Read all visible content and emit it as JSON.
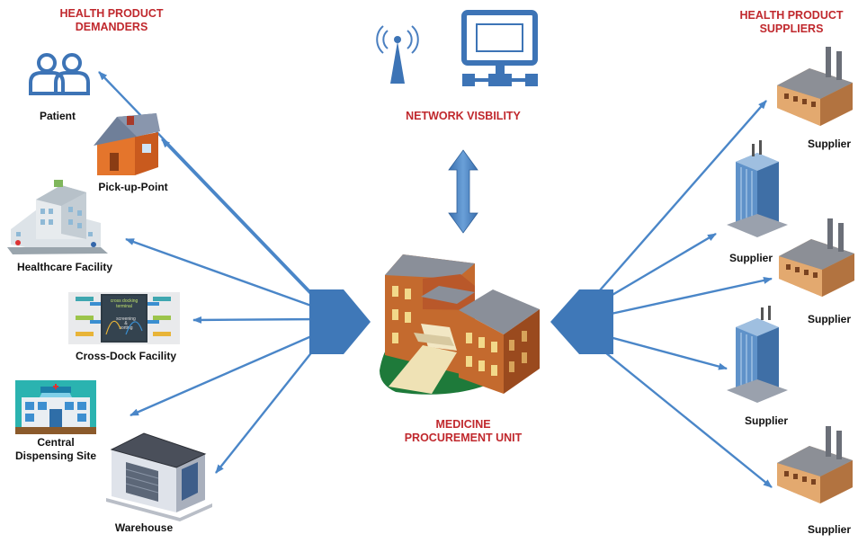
{
  "demanders": {
    "heading": [
      "HEALTH PRODUCT",
      "DEMANDERS"
    ],
    "nodes": {
      "patient": "Patient",
      "pickup": "Pick-up-Point",
      "healthcare": "Healthcare Facility",
      "crossdock": "Cross-Dock Facility",
      "dispensing": [
        "Central",
        "Dispensing Site"
      ],
      "warehouse": "Warehouse"
    },
    "crossdock_image_text": [
      "cross docking",
      "terminal",
      "screening",
      "&",
      "sorting"
    ]
  },
  "suppliers": {
    "heading": [
      "HEALTH PRODUCT",
      "SUPPLIERS"
    ],
    "node_label": "Supplier"
  },
  "center": {
    "label": [
      "MEDICINE",
      "PROCUREMENT UNIT"
    ],
    "network_label": "NETWORK VISBILITY"
  },
  "colors": {
    "accent_red": "#c0282d",
    "arrow_blue": "#4a86c8",
    "hub_blue": "#3f78b8",
    "icon_blue": "#3d74b6"
  }
}
